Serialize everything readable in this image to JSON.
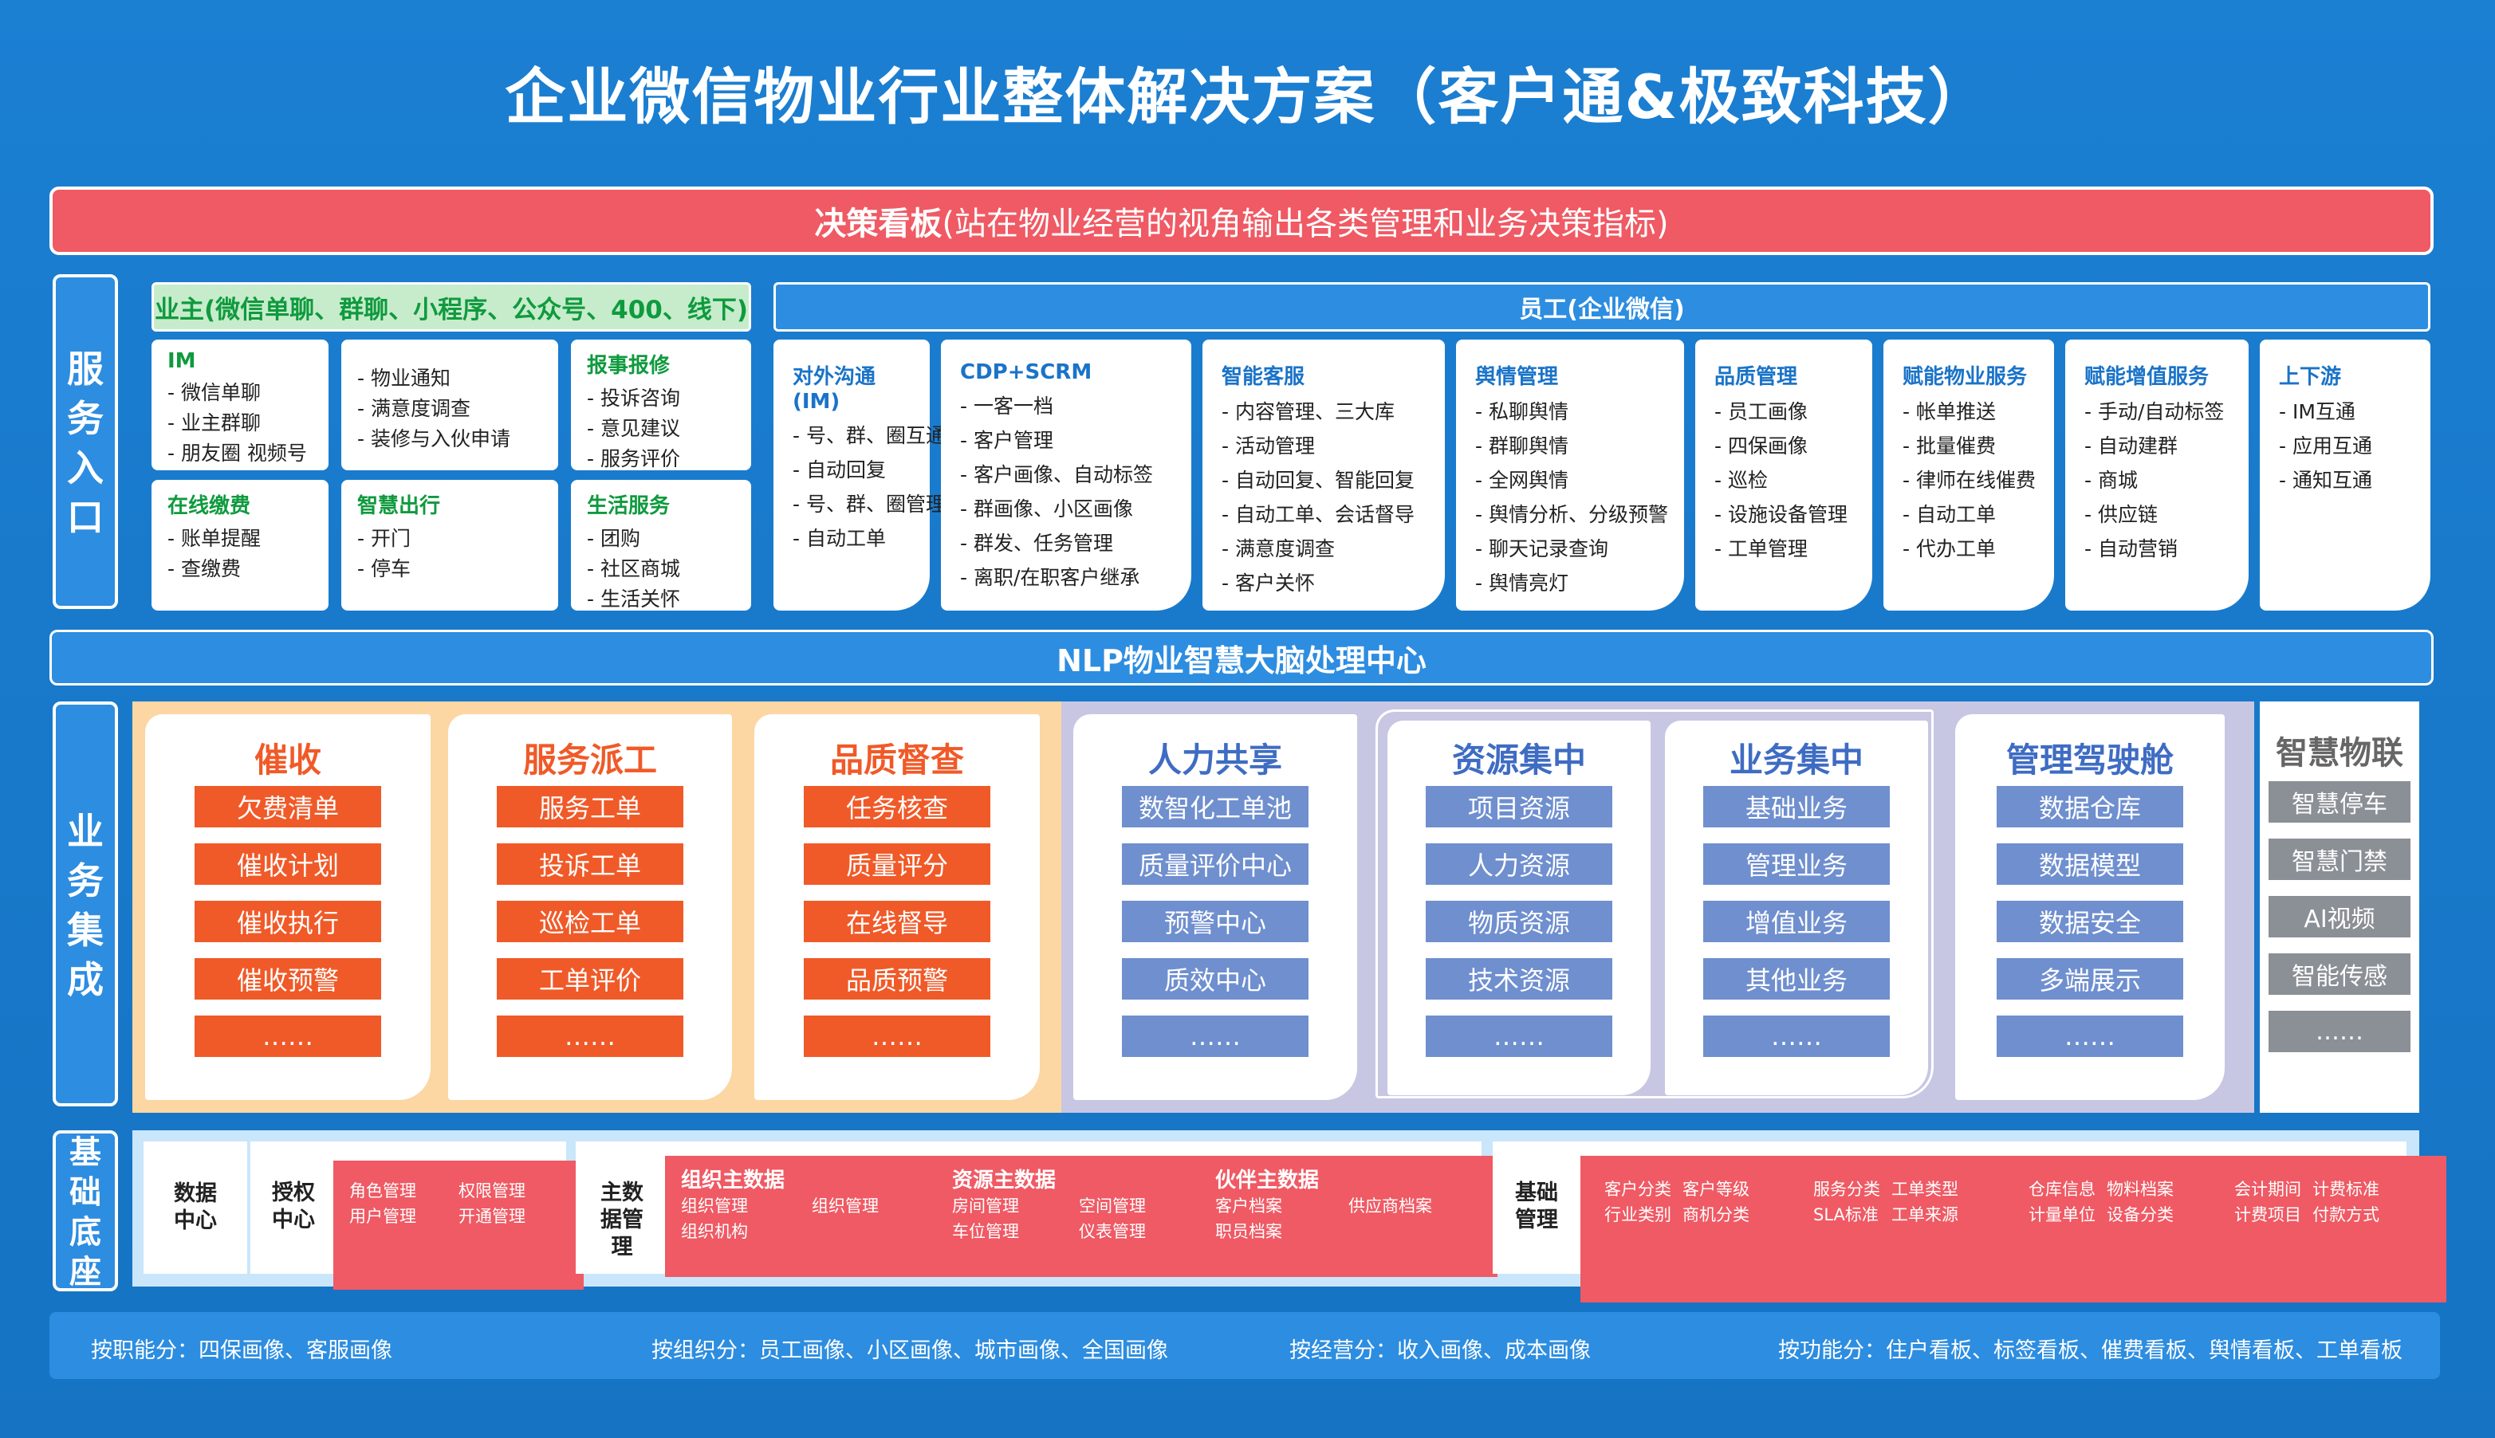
{
  "title": "企业微信物业行业整体解决方案（客户通&极致科技）",
  "decision": {
    "bold": "决策看板",
    "rest": "(站在物业经营的视角输出各类管理和业务决策指标)"
  },
  "side_labels": [
    "服务入口",
    "业务集成",
    "基础底座"
  ],
  "owner": {
    "header": "业主(微信单聊、群聊、小程序、公众号、400、线下)",
    "cards": [
      {
        "h": "IM",
        "items": [
          "- 微信单聊",
          "- 业主群聊",
          "- 朋友圈 视频号"
        ]
      },
      {
        "h": "",
        "items": [
          "- 物业通知",
          "- 满意度调查",
          "- 装修与入伙申请"
        ]
      },
      {
        "h": "报事报修",
        "items": [
          "- 投诉咨询",
          "- 意见建议",
          "- 服务评价"
        ]
      },
      {
        "h": "在线缴费",
        "items": [
          "- 账单提醒",
          "- 查缴费"
        ]
      },
      {
        "h": "智慧出行",
        "items": [
          "- 开门",
          "- 停车"
        ]
      },
      {
        "h": "生活服务",
        "items": [
          "- 团购",
          "- 社区商城",
          "- 生活关怀"
        ]
      }
    ]
  },
  "staff": {
    "header": "员工(企业微信)",
    "cards": [
      {
        "h": "对外沟通(IM)",
        "items": [
          "- 号、群、圈互通",
          "- 自动回复",
          "- 号、群、圈管理",
          "- 自动工单"
        ]
      },
      {
        "h": "CDP+SCRM",
        "items": [
          "- 一客一档",
          "- 客户管理",
          "- 客户画像、自动标签",
          "- 群画像、小区画像",
          "- 群发、任务管理",
          "- 离职/在职客户继承"
        ]
      },
      {
        "h": "智能客服",
        "items": [
          "- 内容管理、三大库",
          "- 活动管理",
          "- 自动回复、智能回复",
          "- 自动工单、会话督导",
          "- 满意度调查",
          "- 客户关怀"
        ]
      },
      {
        "h": "舆情管理",
        "items": [
          "- 私聊舆情",
          "- 群聊舆情",
          "- 全网舆情",
          "- 舆情分析、分级预警",
          "- 聊天记录查询",
          "- 舆情亮灯"
        ]
      },
      {
        "h": "品质管理",
        "items": [
          "- 员工画像",
          "- 四保画像",
          "- 巡检",
          "- 设施设备管理",
          "- 工单管理"
        ]
      },
      {
        "h": "赋能物业服务",
        "items": [
          "- 帐单推送",
          "- 批量催费",
          "- 律师在线催费",
          "- 自动工单",
          "- 代办工单"
        ]
      },
      {
        "h": "赋能增值服务",
        "items": [
          "- 手动/自动标签",
          "- 自动建群",
          "- 商城",
          "- 供应链",
          "- 自动营销"
        ]
      },
      {
        "h": "上下游",
        "items": [
          "- IM互通",
          "- 应用互通",
          "- 通知互通"
        ]
      }
    ]
  },
  "nlp": "NLP物业智慧大脑处理中心",
  "modules": [
    {
      "title": "催收",
      "items": [
        "欠费清单",
        "催收计划",
        "催收执行",
        "催收预警",
        "……"
      ]
    },
    {
      "title": "服务派工",
      "items": [
        "服务工单",
        "投诉工单",
        "巡检工单",
        "工单评价",
        "……"
      ]
    },
    {
      "title": "品质督查",
      "items": [
        "任务核查",
        "质量评分",
        "在线督导",
        "品质预警",
        "……"
      ]
    },
    {
      "title": "人力共享",
      "items": [
        "数智化工单池",
        "质量评价中心",
        "预警中心",
        "质效中心",
        "……"
      ]
    },
    {
      "title": "资源集中",
      "items": [
        "项目资源",
        "人力资源",
        "物质资源",
        "技术资源",
        "……"
      ]
    },
    {
      "title": "业务集中",
      "items": [
        "基础业务",
        "管理业务",
        "增值业务",
        "其他业务",
        "……"
      ]
    },
    {
      "title": "管理驾驶舱",
      "items": [
        "数据仓库",
        "数据模型",
        "数据安全",
        "多端展示",
        "……"
      ]
    },
    {
      "title": "智慧物联",
      "items": [
        "智慧停车",
        "智慧门禁",
        "AI视频",
        "智能传感",
        "……"
      ]
    }
  ],
  "base": {
    "data_center": "数据中心",
    "auth": {
      "label": "授权中心",
      "items": [
        "角色管理",
        "权限管理",
        "用户管理",
        "开通管理"
      ]
    },
    "master": {
      "label": "主数据管理",
      "groups": [
        {
          "title": "组织主数据",
          "items": [
            "组织管理",
            "组织管理",
            "组织机构"
          ]
        },
        {
          "title": "资源主数据",
          "items": [
            "房间管理",
            "空间管理",
            "车位管理",
            "仪表管理"
          ]
        },
        {
          "title": "伙伴主数据",
          "items": [
            "客户档案",
            "供应商档案",
            "职员档案"
          ]
        }
      ]
    },
    "basic": {
      "label": "基础管理",
      "items": [
        "客户分类",
        "客户等级",
        "行业类别",
        "商机分类",
        "服务分类",
        "工单类型",
        "SLA标准",
        "工单来源",
        "仓库信息",
        "物料档案",
        "计量单位",
        "设备分类",
        "会计期间",
        "计费标准",
        "计费项目",
        "付款方式"
      ]
    }
  },
  "footer": [
    "按职能分：四保画像、客服画像",
    "按组织分：员工画像、小区画像、城市画像、全国画像",
    "按经营分：收入画像、成本画像",
    "按功能分：住户看板、标签看板、催费看板、舆情看板、工单看板"
  ]
}
